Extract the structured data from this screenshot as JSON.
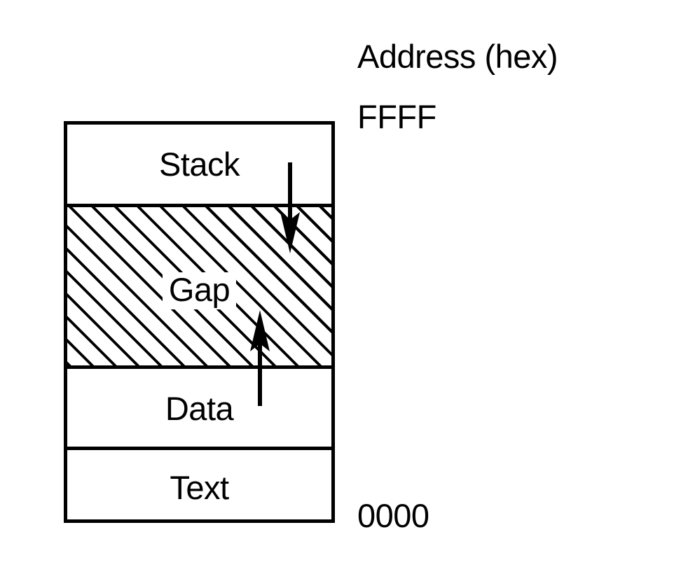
{
  "diagram": {
    "title_label": "Address (hex)",
    "top_address": "FFFF",
    "bottom_address": "0000",
    "segments": [
      {
        "key": "stack",
        "label": "Stack",
        "fill": "solid",
        "address_note": "FFFF"
      },
      {
        "key": "gap",
        "label": "Gap",
        "fill": "hatched",
        "address_note": ""
      },
      {
        "key": "data",
        "label": "Data",
        "fill": "solid",
        "address_note": ""
      },
      {
        "key": "text",
        "label": "Text",
        "fill": "solid",
        "address_note": "0000"
      }
    ],
    "arrows": [
      {
        "key": "stack-growth",
        "direction": "down",
        "meaning": "stack-grows-downward"
      },
      {
        "key": "data-growth",
        "direction": "up",
        "meaning": "heap-data-grows-upward"
      }
    ],
    "colors": {
      "stroke": "#000000",
      "fill": "#ffffff",
      "hatch": "#000000"
    }
  }
}
